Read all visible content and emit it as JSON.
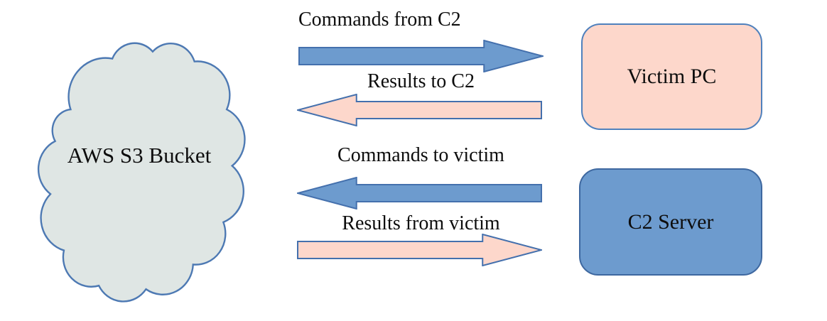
{
  "cloud": {
    "label": "AWS S3 Bucket"
  },
  "flows": [
    {
      "label": "Commands from C2",
      "direction": "right",
      "color": "blue"
    },
    {
      "label": "Results to C2",
      "direction": "left",
      "color": "pink"
    },
    {
      "label": "Commands to victim",
      "direction": "left",
      "color": "blue"
    },
    {
      "label": "Results from victim",
      "direction": "right",
      "color": "pink"
    }
  ],
  "nodes": [
    {
      "label": "Victim PC",
      "color": "pink"
    },
    {
      "label": "C2 Server",
      "color": "blue"
    }
  ],
  "colors": {
    "blue_fill": "#6d9bce",
    "pink_fill": "#fdd7cb",
    "arrow_border": "#4470ad",
    "cloud_fill": "#dfe6e4",
    "cloud_border": "#4d79b3",
    "victim_border": "#4f81bd",
    "c2_border": "#3e68a0",
    "text": "#0d0d0d",
    "background": "#ffffff"
  }
}
